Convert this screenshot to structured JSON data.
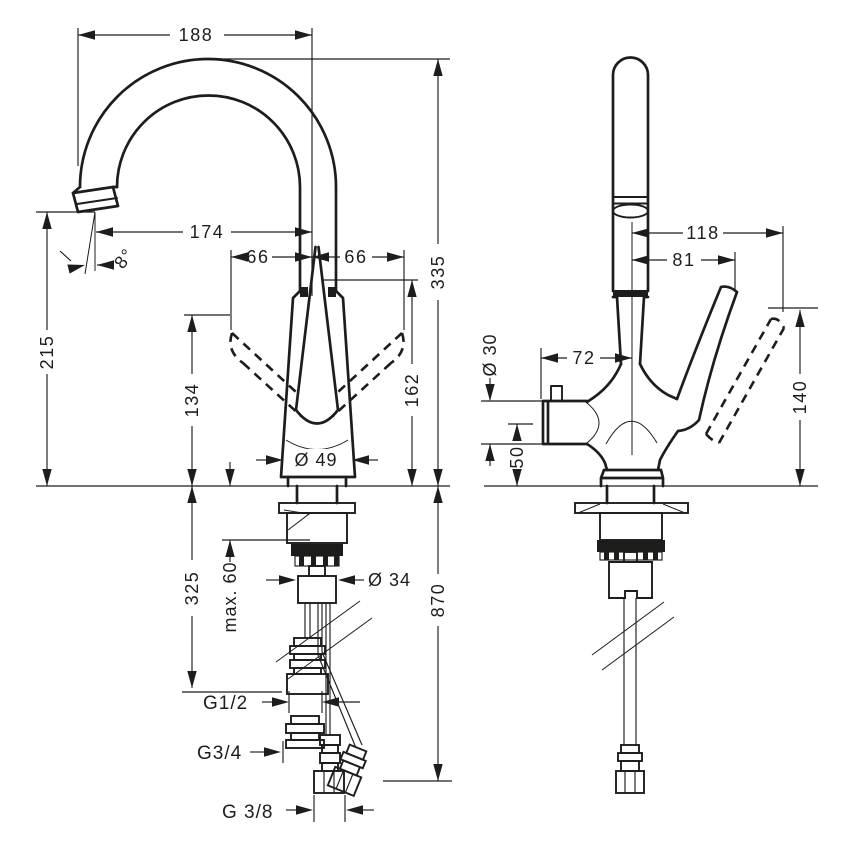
{
  "front": {
    "spout_width": "188",
    "spout_reach": "174",
    "spray_angle": "8°",
    "handle_swing_left": "66",
    "handle_swing_right": "66",
    "outlet_height": "215",
    "lever_height": "134",
    "body_height": "162",
    "total_height": "335",
    "base_diameter": "Ø 49",
    "shank_length": "325",
    "max_deck_thickness": "max. 60",
    "hole_diameter": "Ø 34",
    "hose_length": "870",
    "thread_hot_cold": "G1/2",
    "thread_mid": "G3/4",
    "thread_supply": "G 3/8"
  },
  "side": {
    "reach_to_lever_tip": "118",
    "reach_to_lever": "81",
    "outlet_diameter": "Ø 30",
    "outlet_reach": "72",
    "outlet_axis_height": "50",
    "lever_tip_height": "140"
  },
  "colors": {
    "line": "#1d1d1b",
    "background": "#ffffff"
  }
}
